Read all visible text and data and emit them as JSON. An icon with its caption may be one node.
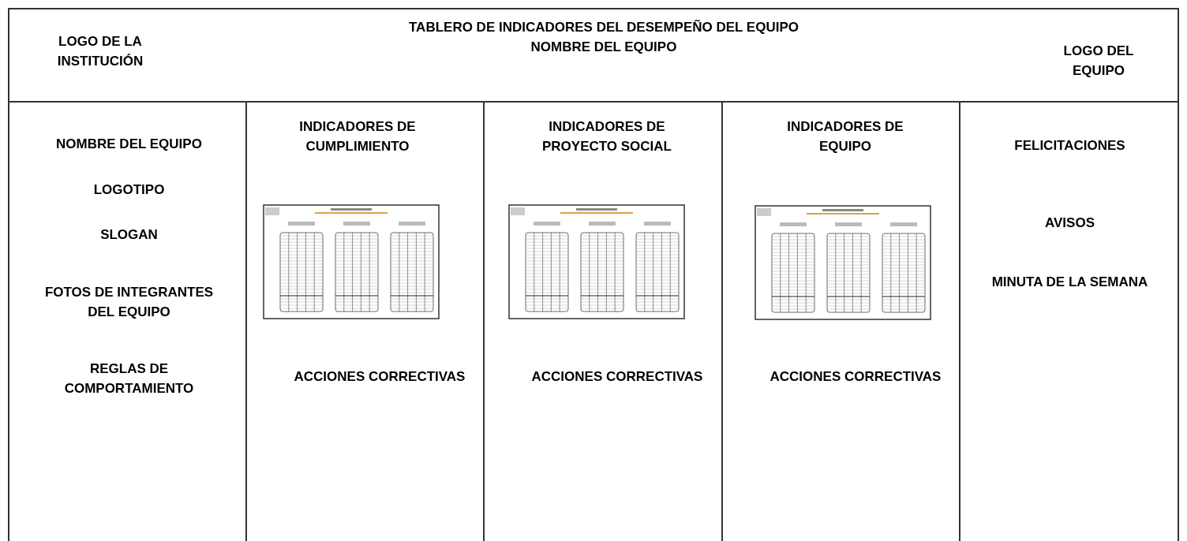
{
  "diagram": {
    "nodes": [
      {
        "text": [
          "LOGO DE LA INSTITUCIÓN"
        ]
      },
      {
        "text": [
          "TABLERO DE INDICADORES DEL DESEMPEÑO DEL EQUIPO",
          "NOMBRE DEL EQUIPO"
        ]
      },
      {
        "text": [
          "LOGO DEL EQUIPO"
        ]
      },
      {
        "text": [
          "NOMBRE DEL EQUIPO",
          "LOGOTIPO",
          "SLOGAN",
          "FOTOS DE INTEGRANTES DEL EQUIPO",
          "REGLAS DE COMPORTAMIENTO"
        ]
      },
      {
        "text": [
          "INDICADORES DE CUMPLIMIENTO",
          "ACCIONES CORRECTIVAS"
        ]
      },
      {
        "text": [],
        "shape": "picture",
        "in": 4
      },
      {
        "text": [
          "INDICADORES DE PROYECTO SOCIAL",
          "ACCIONES CORRECTIVAS"
        ]
      },
      {
        "text": [],
        "shape": "picture",
        "in": 6
      },
      {
        "text": [
          "INDICADORES DE EQUIPO",
          "ACCIONES CORRECTIVAS"
        ]
      },
      {
        "text": [],
        "shape": "picture",
        "in": 8
      },
      {
        "text": [
          "FELICITACIONES",
          "AVISOS",
          "MINUTA DE LA SEMANA"
        ]
      }
    ]
  }
}
